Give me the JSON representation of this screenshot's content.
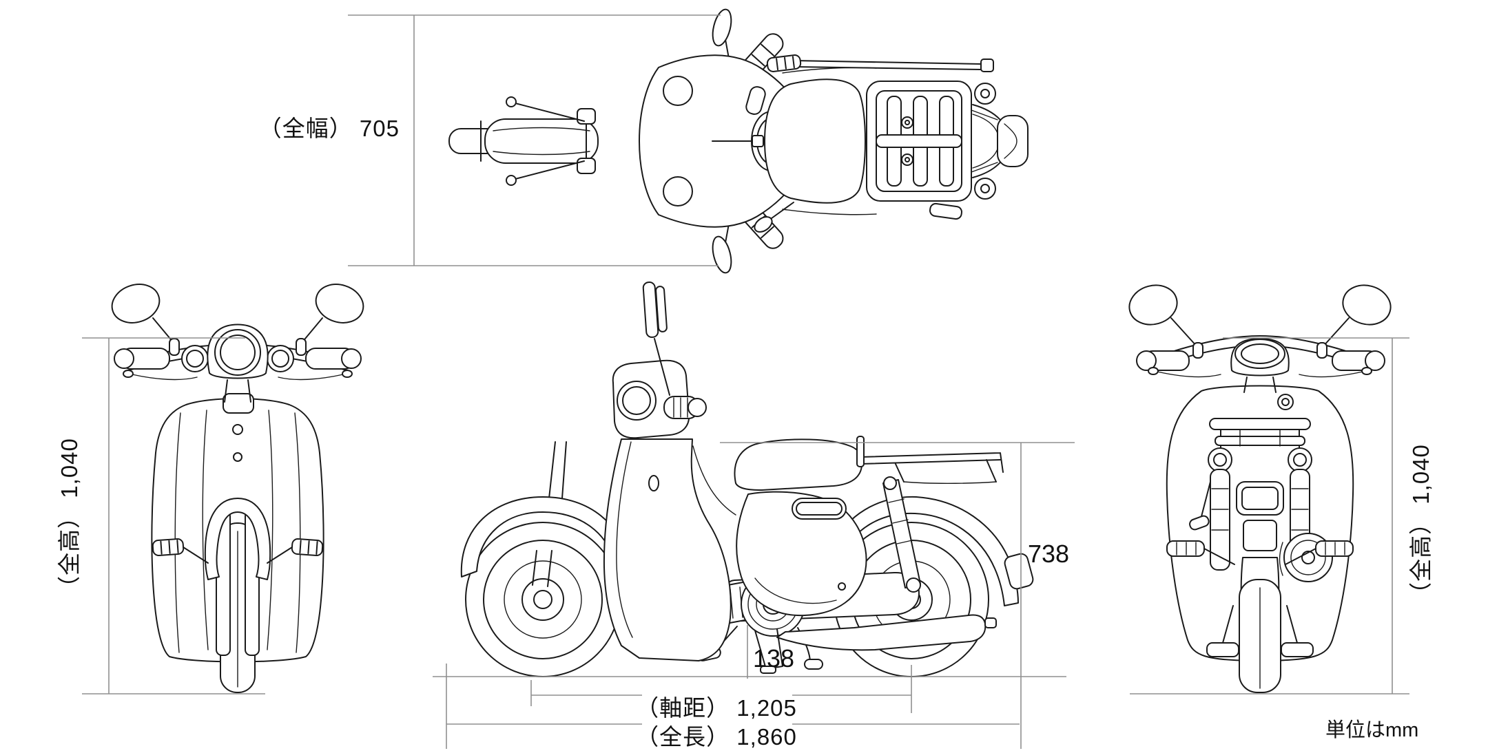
{
  "page": {
    "background": "#ffffff",
    "unit_note": "単位はmm",
    "unit": "mm",
    "description": "motorcycle-four-view-dimension-diagram"
  },
  "colors": {
    "drawing_line": "#1a1a1a",
    "dimension_line": "#8f8f8f",
    "text": "#111111"
  },
  "views": {
    "top": "top-view",
    "front": "front-view",
    "side": "side-view",
    "rear": "rear-view"
  },
  "dimensions": {
    "overall_width": {
      "label": "（全幅）",
      "value_mm": 705,
      "display": "（全幅） 705"
    },
    "overall_height_left": {
      "label": "（全高）",
      "value_mm": 1040,
      "display": "（全高） 1,040"
    },
    "overall_height_right": {
      "label": "（全高）",
      "value_mm": 1040,
      "display": "（全高） 1,040"
    },
    "seat_height": {
      "value_mm": 738,
      "display": "738"
    },
    "ground_clearance": {
      "value_mm": 138,
      "display": "138"
    },
    "wheelbase": {
      "label": "（軸距）",
      "value_mm": 1205,
      "display": "（軸距） 1,205"
    },
    "overall_length": {
      "label": "（全長）",
      "value_mm": 1860,
      "display": "（全長） 1,860"
    }
  }
}
